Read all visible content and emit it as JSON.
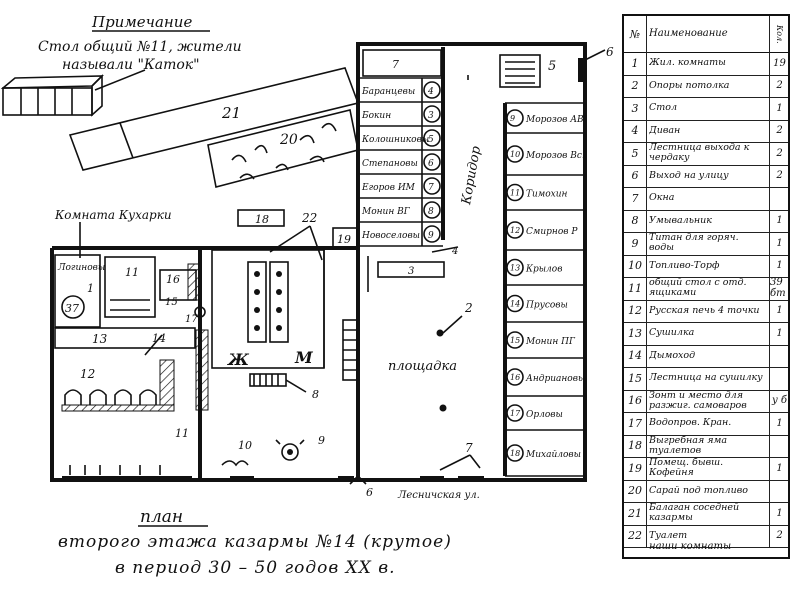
{
  "note": {
    "title": "Примечание",
    "line1": "Стол общий №11, жители",
    "line2": "называли \"Каток\""
  },
  "plan_title": {
    "line1": "план",
    "line2": "второго этажа казармы №14 (крутое)",
    "line3": "в период 30 – 50 годов XX в."
  },
  "rooms": {
    "kitchen_room_label": "Комната Кухарки",
    "corridor": "Коридор",
    "landing": "площадка",
    "stairs_street": "Лесничская ул.",
    "women_symbol": "Ж",
    "men_symbol": "М"
  },
  "residents": {
    "left_column": [
      "Баранцевы",
      "Бокин",
      "Колошниковы",
      "Степановы",
      "Егоров ИМ",
      "Монин ВГ",
      "Новоселовы"
    ],
    "right_column": [
      "Морозов АВ",
      "Морозов Вс.",
      "Тимохин",
      "Смирнов Р",
      "Крылов",
      "Прусовы",
      "Монин ПГ",
      "Андриановы",
      "Орловы",
      "Михайловы"
    ],
    "kitchen_room": "Логиновы"
  },
  "room_numbers": {
    "left_column": [
      "4",
      "3",
      "5",
      "6",
      "7",
      "8",
      "9"
    ],
    "right_column": [
      "9",
      "10",
      "11",
      "12",
      "13",
      "14",
      "15",
      "16",
      "17",
      "18"
    ],
    "kitchen_room": "37"
  },
  "markers": [
    "1",
    "2",
    "3",
    "4",
    "5",
    "6",
    "7",
    "8",
    "9",
    "10",
    "11",
    "12",
    "13",
    "14",
    "15",
    "16",
    "17",
    "18",
    "19",
    "20",
    "21",
    "22"
  ],
  "legend": {
    "header": {
      "num": "№",
      "name": "Наименование",
      "qty": "Кол."
    },
    "rows": [
      {
        "num": "1",
        "name": "Жил. комнаты",
        "qty": "19"
      },
      {
        "num": "2",
        "name": "Опоры потолка",
        "qty": "2"
      },
      {
        "num": "3",
        "name": "Стол",
        "qty": "1"
      },
      {
        "num": "4",
        "name": "Диван",
        "qty": "2"
      },
      {
        "num": "5",
        "name": "Лестница выхода к чердаку",
        "qty": "2"
      },
      {
        "num": "6",
        "name": "Выход на улицу",
        "qty": "2"
      },
      {
        "num": "7",
        "name": "Окна",
        "qty": ""
      },
      {
        "num": "8",
        "name": "Умывальник",
        "qty": "1"
      },
      {
        "num": "9",
        "name": "Титан для горяч. воды",
        "qty": "1"
      },
      {
        "num": "10",
        "name": "Топливо-Торф",
        "qty": "1"
      },
      {
        "num": "11",
        "name": "общий стол с отд. ящиками",
        "qty": "39 бт"
      },
      {
        "num": "12",
        "name": "Русская печь 4 точки",
        "qty": "1"
      },
      {
        "num": "13",
        "name": "Сушилка",
        "qty": "1"
      },
      {
        "num": "14",
        "name": "Дымоход",
        "qty": ""
      },
      {
        "num": "15",
        "name": "Лестница на сушилку",
        "qty": ""
      },
      {
        "num": "16",
        "name": "Зонт и место для разжиг. самоваров",
        "qty": "у б"
      },
      {
        "num": "17",
        "name": "Водопров. Кран.",
        "qty": "1"
      },
      {
        "num": "18",
        "name": "Выгребная яма туалетов",
        "qty": ""
      },
      {
        "num": "19",
        "name": "Помещ. бывш. Кофейня",
        "qty": "1"
      },
      {
        "num": "20",
        "name": "Сарай под топливо",
        "qty": ""
      },
      {
        "num": "21",
        "name": "Балаган соседней казармы",
        "qty": "1"
      },
      {
        "num": "22",
        "name": "Туалет",
        "qty": "2"
      }
    ],
    "footer": "наши комнаты"
  }
}
